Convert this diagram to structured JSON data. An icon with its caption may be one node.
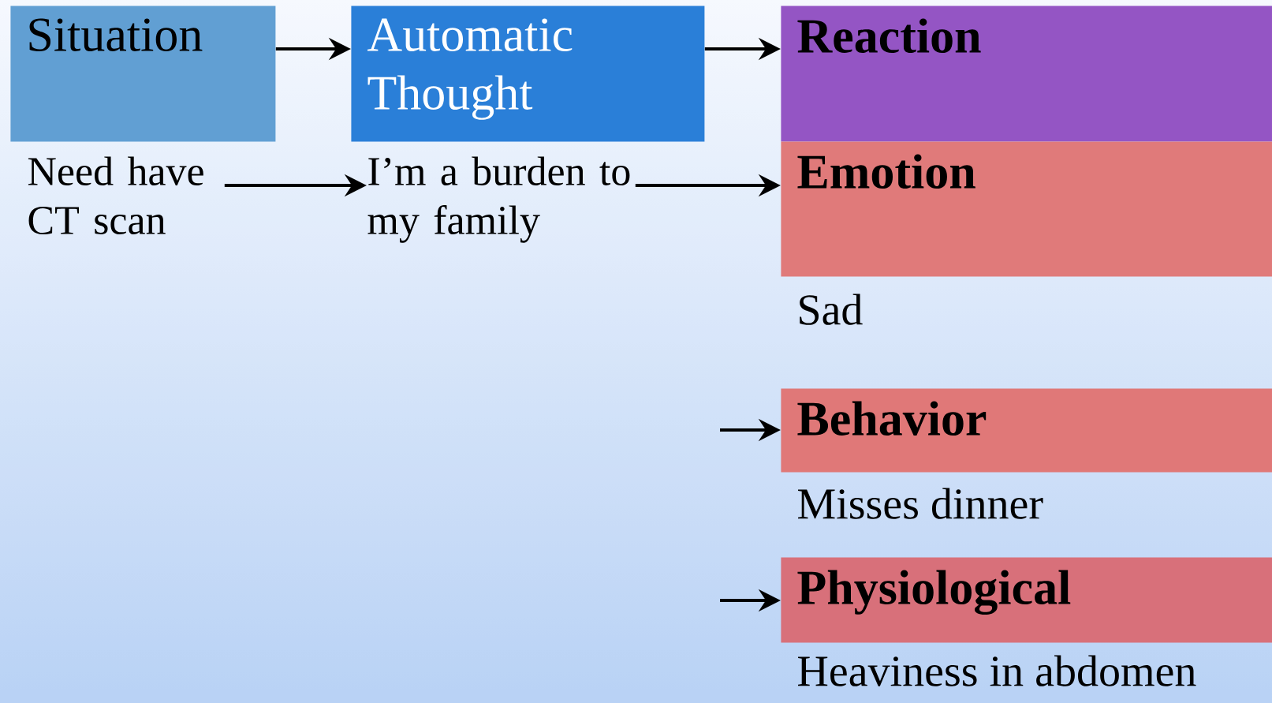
{
  "diagram": {
    "nodes": [
      {
        "text": [
          "Situation"
        ]
      },
      {
        "text": [
          "Automatic Thought"
        ]
      },
      {
        "text": [
          "Reaction"
        ]
      },
      {
        "text": [
          "Need have CT scan"
        ]
      },
      {
        "text": [
          "I’m a burden to my family"
        ]
      },
      {
        "text": [
          "Emotion"
        ],
        "beside": [
          "Sad"
        ]
      },
      {
        "text": [
          "Behavior"
        ],
        "beside": [
          "Misses dinner"
        ]
      },
      {
        "text": [
          "Physiological"
        ],
        "beside": [
          "Heaviness in abdomen"
        ]
      }
    ],
    "edges": [
      {
        "from": 0,
        "to": 1,
        "arrow": "to"
      },
      {
        "from": 1,
        "to": 2,
        "arrow": "to"
      },
      {
        "from": 3,
        "to": 4,
        "arrow": "to"
      },
      {
        "from": 4,
        "to": 5,
        "arrow": "to"
      },
      {
        "from": null,
        "to": 6,
        "arrow": "to"
      },
      {
        "from": null,
        "to": 7,
        "arrow": "to"
      }
    ]
  }
}
